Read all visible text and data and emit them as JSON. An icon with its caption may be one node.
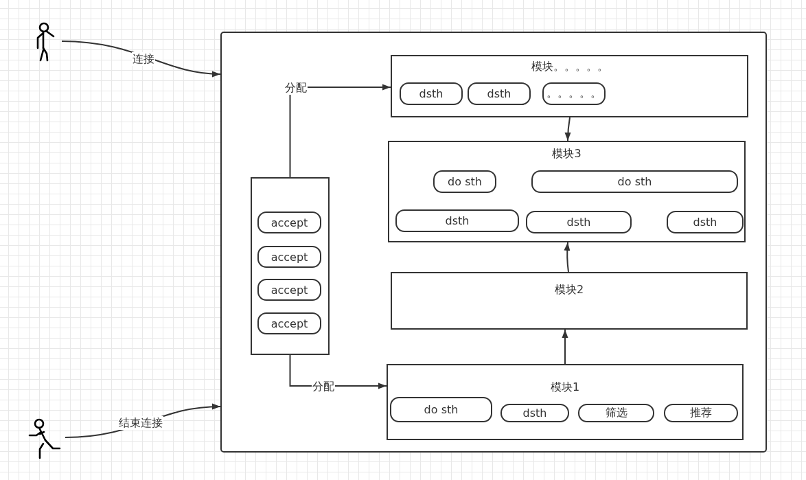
{
  "diagram": {
    "nodes": [
      {
        "text": [],
        "shape": "person"
      },
      {
        "text": [],
        "shape": "person"
      },
      {
        "text": [],
        "shape": "box"
      },
      {
        "text": [],
        "shape": "box",
        "in": 2
      },
      {
        "text": [
          "accept"
        ],
        "in": 3
      },
      {
        "text": [
          "accept"
        ],
        "in": 3
      },
      {
        "text": [
          "accept"
        ],
        "in": 3
      },
      {
        "text": [
          "accept"
        ],
        "in": 3
      },
      {
        "text": [
          "模块。。。。。"
        ],
        "in": 2
      },
      {
        "text": [
          "dsth"
        ],
        "in": 8
      },
      {
        "text": [
          "dsth"
        ],
        "in": 8
      },
      {
        "text": [
          "。。。。。"
        ],
        "in": 8
      },
      {
        "text": [
          "模块3"
        ],
        "in": 2
      },
      {
        "text": [
          "do sth"
        ],
        "in": 12
      },
      {
        "text": [
          "do sth"
        ],
        "in": 12
      },
      {
        "text": [
          "dsth"
        ],
        "in": 12
      },
      {
        "text": [
          "dsth"
        ],
        "in": 12
      },
      {
        "text": [
          "dsth"
        ],
        "in": 12
      },
      {
        "text": [
          "模块2"
        ],
        "in": 2
      },
      {
        "text": [
          "模块1"
        ],
        "in": 2
      },
      {
        "text": [
          "do sth"
        ],
        "in": 19
      },
      {
        "text": [
          "dsth"
        ],
        "in": 19
      },
      {
        "text": [
          "筛选"
        ],
        "in": 19
      },
      {
        "text": [
          "推荐"
        ],
        "in": 19
      }
    ],
    "edges": [
      {
        "from": 0,
        "to": 2,
        "arrow": "to",
        "label": "连接"
      },
      {
        "from": 1,
        "to": 2,
        "arrow": "to",
        "label": "结束连接"
      },
      {
        "from": 3,
        "to": 8,
        "arrow": "to",
        "label": "分配"
      },
      {
        "from": 3,
        "to": 19,
        "arrow": "to",
        "label": "分配"
      },
      {
        "from": 8,
        "to": 12,
        "arrow": "to"
      },
      {
        "from": 19,
        "to": 18,
        "arrow": "to"
      },
      {
        "from": 18,
        "to": 12,
        "arrow": "to"
      }
    ]
  }
}
